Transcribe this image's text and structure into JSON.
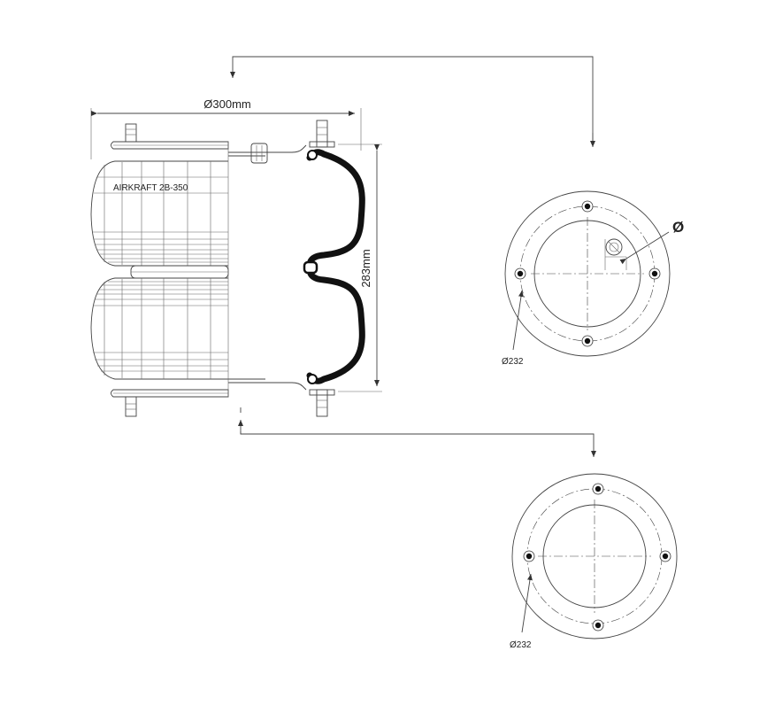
{
  "labels": {
    "diameter_outer": "Ø300mm",
    "height": "283mm",
    "model": "AIRKRAFT 2B-350",
    "diameter_symbol": "Ø",
    "top_plate_bolt_circle": "Ø232",
    "bottom_plate_bolt_circle": "Ø232"
  },
  "colors": {
    "line": "#444444",
    "bellows_wall": "#111111",
    "background": "#ffffff"
  }
}
